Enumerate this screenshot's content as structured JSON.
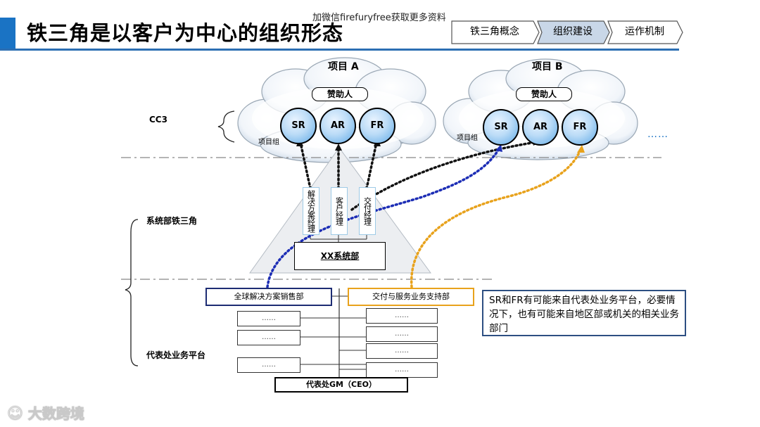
{
  "header": {
    "title": "铁三角是以客户为中心的组织形态",
    "watermark_top": "加微信firefuryfree获取更多资料",
    "accent_color": "#1a73c4",
    "tabs": [
      {
        "label": "铁三角概念",
        "active": false
      },
      {
        "label": "组织建设",
        "active": true
      },
      {
        "label": "运作机制",
        "active": false
      }
    ]
  },
  "diagram": {
    "levels": {
      "cc3": "CC3",
      "system_dept": "系统部铁三角",
      "rep_office": "代表处业务平台"
    },
    "project_a": {
      "title": "项目 A",
      "sponsor": "赞助人",
      "team_label": "项目组",
      "roles": [
        "SR",
        "AR",
        "FR"
      ]
    },
    "project_b": {
      "title": "项目 B",
      "sponsor": "赞助人",
      "team_label": "项目组",
      "roles": [
        "SR",
        "AR",
        "FR"
      ]
    },
    "more": "……",
    "managers": [
      "解决方案经理",
      "客户经理",
      "交付经理"
    ],
    "xx_dept": "XX系统部",
    "global_solution_dept": "全球解决方案销售部",
    "delivery_dept": "交付与服务业务支持部",
    "placeholder": "……",
    "gm": "代表处GM（CEO）",
    "note": "SR和FR有可能来自代表处业务平台，必要情况下，也有可能来自地区部或机关的相关业务部门",
    "colors": {
      "sr_link": "#1c2db5",
      "fr_link": "#e8a21c",
      "box_border": "#2d4f82"
    }
  },
  "watermark_bottom": "大数跨境"
}
